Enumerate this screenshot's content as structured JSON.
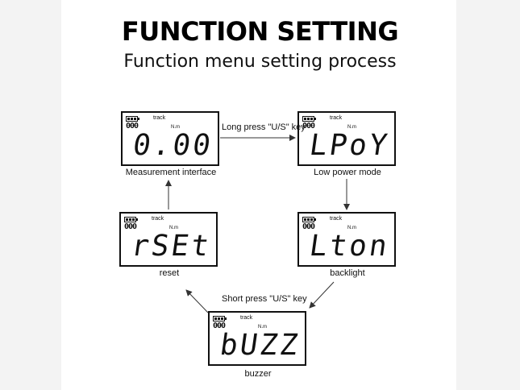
{
  "header": {
    "title": "FUNCTION SETTING",
    "subtitle": "Function menu setting process"
  },
  "displays": [
    {
      "key": "measurement",
      "mini": "000",
      "track": "track",
      "unit": "N.m",
      "readout": "0.00",
      "caption": "Measurement interface"
    },
    {
      "key": "low_power",
      "mini": "000",
      "track": "track",
      "unit": "N.m",
      "readout": "LPoY",
      "caption": "Low power mode"
    },
    {
      "key": "reset",
      "mini": "000",
      "track": "track",
      "unit": "N.m",
      "readout": "rSEt",
      "caption": "reset"
    },
    {
      "key": "backlight",
      "mini": "000",
      "track": "track",
      "unit": "N.m",
      "readout": "Lton",
      "caption": "backlight"
    },
    {
      "key": "buzzer",
      "mini": "000",
      "track": "track",
      "unit": "N.m",
      "readout": "bUZZ",
      "caption": "buzzer"
    }
  ],
  "arrows": {
    "long_press": "Long press \"U/S\" key",
    "short_press": "Short press \"U/S\" key"
  },
  "colors": {
    "background": "#f3f3f3",
    "panel": "#ffffff",
    "ink": "#111111"
  }
}
